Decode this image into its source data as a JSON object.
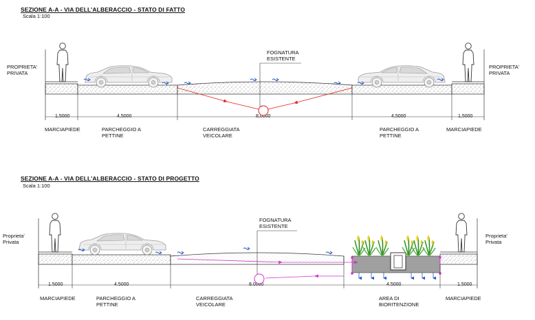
{
  "section1": {
    "title": "SEZIONE A-A - VIA DELL'ALBERACCIO - STATO DI FATTO",
    "scale": "Scala 1:100",
    "left_property": [
      "PROPRIETA'",
      "PRIVATA"
    ],
    "right_property": [
      "PROPRIETA'",
      "PRIVATA"
    ],
    "sewer_label": [
      "FOGNATURA",
      "ESISTENTE"
    ],
    "dims": [
      "1,5000",
      "4,5000",
      "8,0000",
      "4,5000",
      "1,5000"
    ],
    "zones": {
      "left_sidewalk": "MARCIAPIEDE",
      "left_parking": [
        "PARCHEGGIO A",
        "PETTINE"
      ],
      "carriageway": [
        "CARREGGIATA",
        "VEICOLARE"
      ],
      "right_parking": [
        "PARCHEGGIO A",
        "PETTINE"
      ],
      "right_sidewalk": "MARCIAPIEDE"
    }
  },
  "section2": {
    "title": "SEZIONE A-A - VIA DELL'ALBERACCIO - STATO DI PROGETTO",
    "scale": "Scala 1:100",
    "left_property": [
      "Proprieta'",
      "Privata"
    ],
    "right_property": [
      "Proprieta'",
      "Privata"
    ],
    "sewer_label": [
      "FOGNATURA",
      "ESISTENTE"
    ],
    "dims": [
      "1.5000",
      "4.5000",
      "8.0000",
      "4.5000",
      "1.5000"
    ],
    "zones": {
      "left_sidewalk": "MARCIAPIEDE",
      "left_parking": [
        "PARCHEGGIO A",
        "PETTINE"
      ],
      "carriageway": [
        "CARREGGIATA",
        "VEICOLARE"
      ],
      "bioretention": [
        "AREA DI",
        "BIORITENZIONE"
      ],
      "right_sidewalk": "MARCIAPIEDE"
    }
  },
  "colors": {
    "flow_arrow_existing": "#e02020",
    "flow_arrow_project": "#cc33cc",
    "water_arrow": "#2255cc",
    "plant_green": "#3a9a2a",
    "plant_yellow": "#e8d020",
    "bioretention_fill": "#a0a0a0"
  }
}
